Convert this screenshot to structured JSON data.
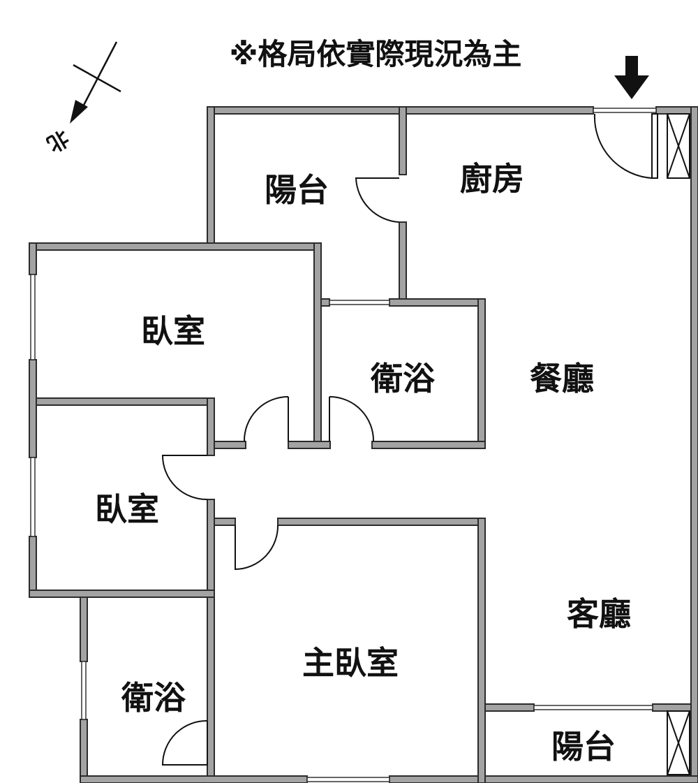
{
  "title": "※格局依實際現況為主",
  "compass": {
    "label": "北"
  },
  "entrance_icon": "down-arrow",
  "rooms": {
    "balcony_top": "陽台",
    "kitchen": "廚房",
    "bedroom_1": "臥室",
    "bathroom_1": "衛浴",
    "dining": "餐廳",
    "bedroom_2": "臥室",
    "living": "客廳",
    "master_bedroom": "主臥室",
    "bathroom_2": "衛浴",
    "balcony_bottom": "陽台"
  }
}
